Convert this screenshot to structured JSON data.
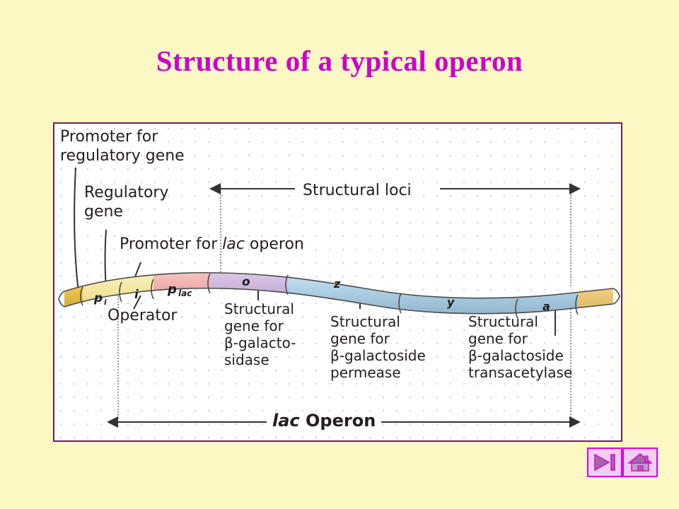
{
  "slide": {
    "title": "Structure of a typical operon",
    "title_color": "#cc00cc",
    "background_color": "#fdf8c4",
    "frame_border_color": "#6b1f5e"
  },
  "figure": {
    "labels": {
      "promoter_regulatory_line1": "Promoter for",
      "promoter_regulatory_line2": "regulatory gene",
      "regulatory_gene_line1": "Regulatory",
      "regulatory_gene_line2": "gene",
      "promoter_lac_prefix": "Promoter for ",
      "promoter_lac_italic": "lac",
      "promoter_lac_suffix": " operon",
      "structural_loci": "Structural loci",
      "operator": "Operator",
      "lac_operon_italic": "lac",
      "lac_operon_suffix": " Operon"
    },
    "gene_segments": [
      {
        "name": "cap-left",
        "label": "",
        "color": "#e8c24a"
      },
      {
        "name": "p-i",
        "label": "pi",
        "color": "#f2e9a0"
      },
      {
        "name": "i",
        "label": "i",
        "color": "#f5e7a8"
      },
      {
        "name": "p-lac",
        "label": "plac",
        "color": "#efa9a6"
      },
      {
        "name": "o",
        "label": "o",
        "color": "#cbb4d8"
      },
      {
        "name": "z",
        "label": "z",
        "color": "#aecfe4"
      },
      {
        "name": "y",
        "label": "y",
        "color": "#aecfe4"
      },
      {
        "name": "a",
        "label": "a",
        "color": "#aecfe4"
      },
      {
        "name": "cap-right",
        "label": "",
        "color": "#f0cf7e"
      }
    ],
    "gene_callouts": [
      {
        "name": "beta-galactosidase",
        "lines": [
          "Structural",
          "gene for",
          "β-galacto-",
          "sidase"
        ]
      },
      {
        "name": "beta-galactoside-permease",
        "lines": [
          "Structural",
          "gene for",
          "β-galactoside",
          "permease"
        ]
      },
      {
        "name": "beta-galactoside-transacetylase",
        "lines": [
          "Structural",
          "gene for",
          "β-galactoside",
          "transacetylase"
        ]
      }
    ]
  },
  "navigation": {
    "next_slide_label": "next-slide",
    "home_label": "home",
    "button_fill": "#f7ccf7",
    "button_border": "#e000e0",
    "glyph_color": "#a06aa0"
  }
}
